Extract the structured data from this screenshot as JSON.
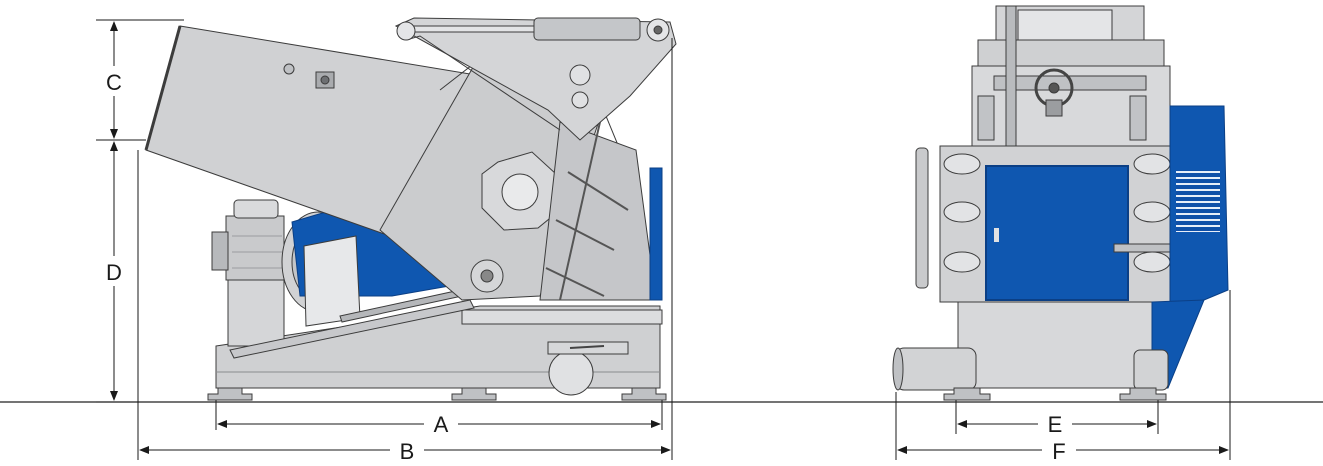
{
  "dimensions": {
    "A": "A",
    "B": "B",
    "C": "C",
    "D": "D",
    "E": "E",
    "F": "F"
  },
  "colors": {
    "machine_gray": "#d3d4d6",
    "machine_dark": "#9fa1a4",
    "blue_panel": "#0f57b0",
    "blue_dark": "#0b3f85",
    "outline": "#3c3c3c",
    "dim_line": "#1a1a1a"
  }
}
